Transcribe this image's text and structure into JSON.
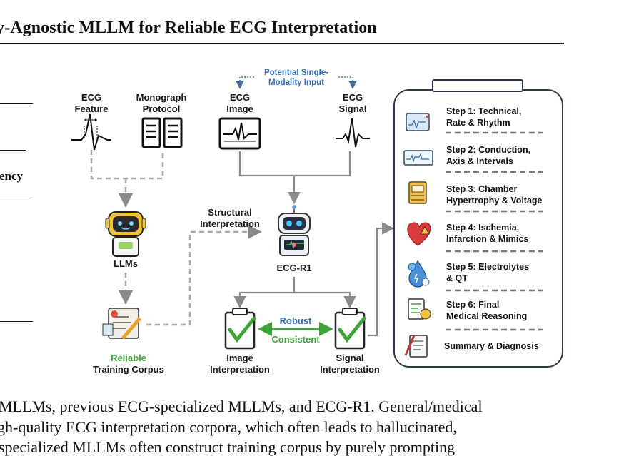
{
  "title": "y-Agnostic MLLM for Reliable ECG Interpretation",
  "left_table": {
    "partial_label": "ency"
  },
  "inputs": {
    "ecg_feature": "ECG\nFeature",
    "monograph_protocol": "Monograph\nProtocol",
    "ecg_image": "ECG\nImage",
    "ecg_signal": "ECG\nSignal",
    "potential_single_modality": "Potential Single-\nModality Input"
  },
  "llms_label": "LLMs",
  "reliable": "Reliable",
  "training_corpus": "Training Corpus",
  "structural_interpretation": "Structural\nInterpretation",
  "model_name": "ECG-R1",
  "image_interpretation": "Image\nInterpretation",
  "signal_interpretation": "Signal\nInterpretation",
  "robust": "Robust",
  "consistent": "Consistent",
  "steps": [
    {
      "label": "Step 1: Technical,\nRate & Rhythm",
      "icon": "monitor-icon"
    },
    {
      "label": "Step 2: Conduction,\nAxis & Intervals",
      "icon": "ecg-strip-icon"
    },
    {
      "label": "Step 3: Chamber\nHypertrophy & Voltage",
      "icon": "cabinet-icon"
    },
    {
      "label": "Step 4: Ischemia,\nInfarction & Mimics",
      "icon": "heart-warning-icon"
    },
    {
      "label": "Step 5: Electrolytes\n& QT",
      "icon": "droplet-icon"
    },
    {
      "label": "Step 6: Final\nMedical Reasoning",
      "icon": "report-brain-icon"
    },
    {
      "label": "Summary & Diagnosis",
      "icon": "document-pen-icon"
    }
  ],
  "caption_lines": [
    "MLLMs, previous ECG-specialized MLLMs, and ECG-R1. General/medical",
    "gh-quality ECG interpretation corpora, which often leads to hallucinated,",
    "specialized MLLMs often construct training corpus by purely prompting"
  ],
  "colors": {
    "accent_blue": "#2f6db5",
    "accent_green": "#3ea43a",
    "panel_border": "#2b3a4a"
  }
}
